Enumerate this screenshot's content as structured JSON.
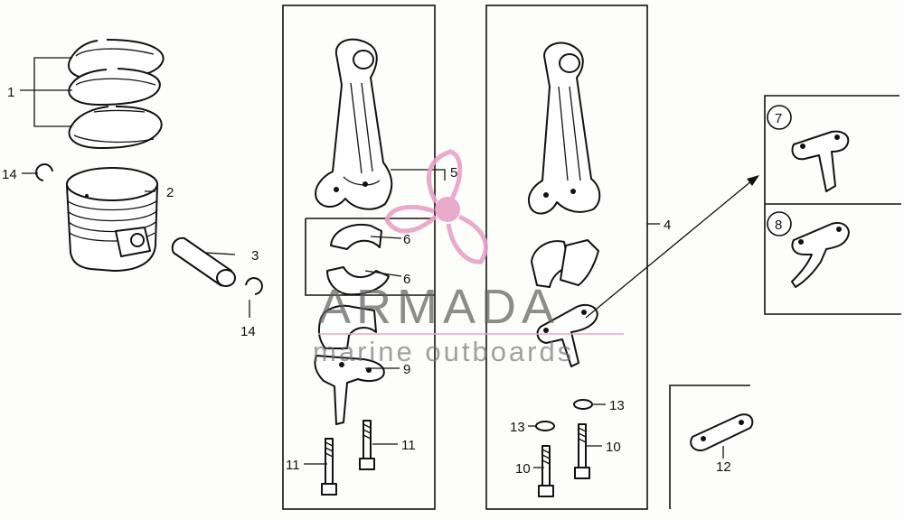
{
  "callouts": {
    "c1": "1",
    "c2": "2",
    "c3": "3",
    "c14a": "14",
    "c14b": "14",
    "c5": "5",
    "c6a": "6",
    "c6b": "6",
    "c9": "9",
    "c11a": "11",
    "c11b": "11",
    "c4": "4",
    "c13a": "13",
    "c13b": "13",
    "c10a": "10",
    "c10b": "10",
    "c7": "7",
    "c8": "8",
    "c12": "12"
  },
  "watermark": {
    "brand": "ARMADA",
    "tagline": "marine outboards",
    "colors": {
      "logo": "#e8a2c4",
      "text": "#5f5f5f"
    }
  }
}
